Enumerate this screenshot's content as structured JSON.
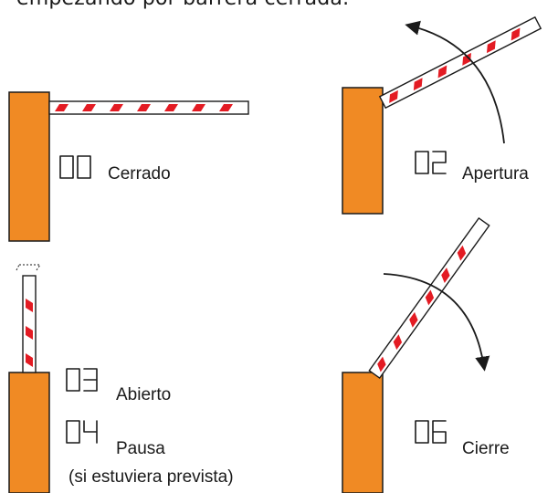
{
  "intro_text": "empezando por barrera cerrada.",
  "colors": {
    "post": "#f08a24",
    "stripe_red": "#e31b23",
    "outline": "#1a1a1a",
    "background": "#ffffff"
  },
  "states": [
    {
      "code": "00",
      "label": "Cerrado",
      "bar": "horizontal"
    },
    {
      "code": "02",
      "label": "Apertura",
      "bar": "rising",
      "arrow": "counter-clockwise"
    },
    {
      "code": "03",
      "label": "Abierto",
      "bar": "vertical"
    },
    {
      "code": "04",
      "label": "Pausa",
      "note": "(si estuviera prevista)",
      "bar": "vertical"
    },
    {
      "code": "06",
      "label": "Cierre",
      "bar": "falling",
      "arrow": "clockwise"
    }
  ]
}
